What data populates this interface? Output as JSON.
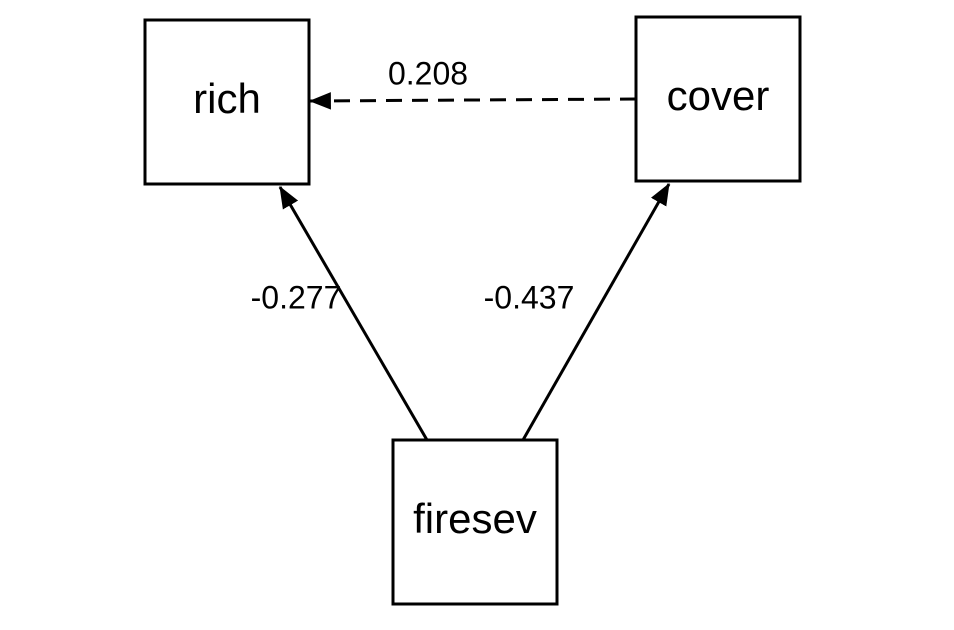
{
  "nodes": {
    "rich": {
      "label": "rich"
    },
    "cover": {
      "label": "cover"
    },
    "firesev": {
      "label": "firesev"
    }
  },
  "edges": {
    "cover_to_rich": {
      "coefficient": "0.208",
      "style": "dashed"
    },
    "firesev_to_rich": {
      "coefficient": "-0.277",
      "style": "solid"
    },
    "firesev_to_cover": {
      "coefficient": "-0.437",
      "style": "solid"
    }
  },
  "colors": {
    "background": "#ffffff",
    "stroke": "#000000"
  }
}
